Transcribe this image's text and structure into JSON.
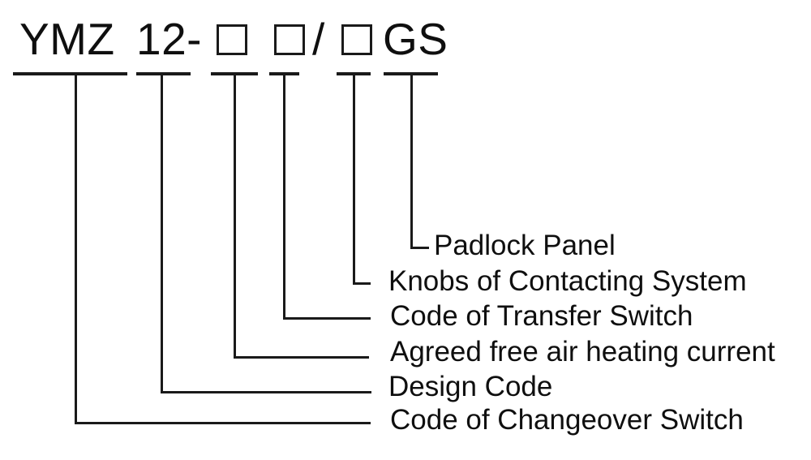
{
  "diagram": {
    "model_code": {
      "series": "YMZ",
      "design_segment": "12-",
      "separator": "/",
      "suffix": "GS"
    },
    "labels": [
      {
        "id": "padlock-panel",
        "text": "Padlock Panel"
      },
      {
        "id": "knobs-of-contacting-system",
        "text": "Knobs of Contacting System"
      },
      {
        "id": "code-of-transfer-switch",
        "text": "Code of Transfer Switch"
      },
      {
        "id": "agreed-free-air-heating-current",
        "text": "Agreed free air heating current"
      },
      {
        "id": "design-code",
        "text": "Design Code"
      },
      {
        "id": "code-of-changeover-switch",
        "text": "Code of Changeover Switch"
      }
    ],
    "colors": {
      "line": "#1a1a1a",
      "text": "#0f0f0f",
      "background": "#ffffff"
    }
  }
}
